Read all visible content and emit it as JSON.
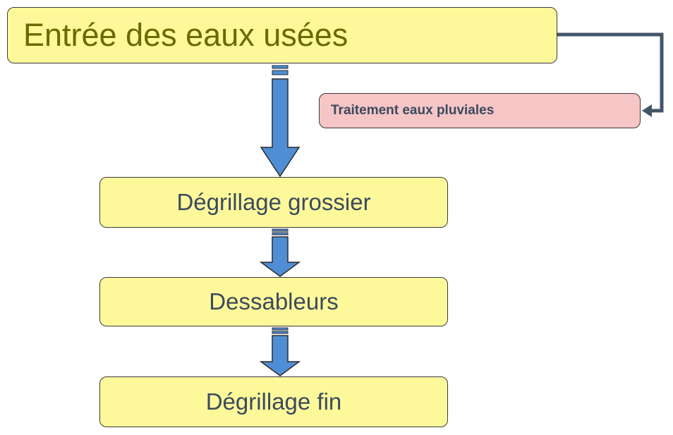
{
  "diagram": {
    "nodes": {
      "entree": "Entrée des eaux usées",
      "pluviales": "Traitement eaux pluviales",
      "degrillage_grossier": "Dégrillage grossier",
      "dessableurs": "Dessableurs",
      "degrillage_fin": "Dégrillage fin"
    },
    "edges": [
      {
        "from": "entree",
        "to": "degrillage_grossier"
      },
      {
        "from": "degrillage_grossier",
        "to": "dessableurs"
      },
      {
        "from": "dessableurs",
        "to": "degrillage_fin"
      },
      {
        "from": "entree",
        "to": "pluviales"
      }
    ],
    "colors": {
      "node_fill": "#fdf99b",
      "pluviales_fill": "#f6c5c5",
      "arrow_fill": "#4f8ed4",
      "connector": "#44546a"
    }
  }
}
